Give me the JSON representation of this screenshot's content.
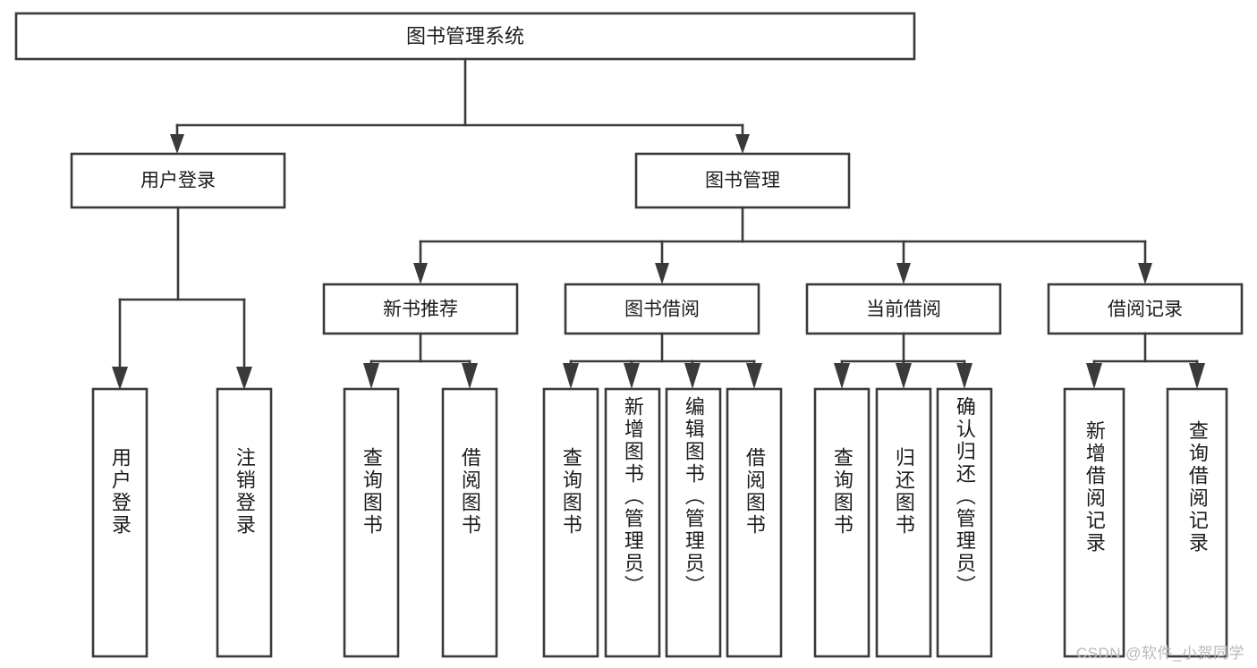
{
  "diagram": {
    "type": "tree-hierarchy",
    "title": "图书管理系统",
    "orientation": "top-down",
    "colors": {
      "stroke": "#3a3a3a",
      "fill": "#ffffff",
      "text": "#1c1c1c",
      "watermark": "#b9b9b9",
      "background": "#ffffff"
    },
    "root": {
      "label": "图书管理系统"
    },
    "level2": [
      {
        "id": "user-login",
        "label": "用户登录"
      },
      {
        "id": "book-manage",
        "label": "图书管理"
      }
    ],
    "level3": [
      {
        "id": "new-book-recommend",
        "label": "新书推荐"
      },
      {
        "id": "book-borrow",
        "label": "图书借阅"
      },
      {
        "id": "current-borrow",
        "label": "当前借阅"
      },
      {
        "id": "borrow-record",
        "label": "借阅记录"
      }
    ],
    "leaves": {
      "user_login": [
        {
          "id": "leaf-user-login",
          "label": "用户登录"
        },
        {
          "id": "leaf-logout-login",
          "label": "注销登录"
        }
      ],
      "new_book_recommend": [
        {
          "id": "leaf-query-book-1",
          "label": "查询图书"
        },
        {
          "id": "leaf-borrow-book-1",
          "label": "借阅图书"
        }
      ],
      "book_borrow": [
        {
          "id": "leaf-query-book-2",
          "label": "查询图书"
        },
        {
          "id": "leaf-add-book",
          "label": "新增图书（管理员）"
        },
        {
          "id": "leaf-edit-book",
          "label": "编辑图书（管理员）"
        },
        {
          "id": "leaf-borrow-book-2",
          "label": "借阅图书"
        }
      ],
      "current_borrow": [
        {
          "id": "leaf-query-book-3",
          "label": "查询图书"
        },
        {
          "id": "leaf-return-book",
          "label": "归还图书"
        },
        {
          "id": "leaf-confirm-return",
          "label": "确认归还（管理员）"
        }
      ],
      "borrow_record": [
        {
          "id": "leaf-add-borrow-record",
          "label": "新增借阅记录"
        },
        {
          "id": "leaf-query-borrow-record",
          "label": "查询借阅记录"
        }
      ]
    }
  },
  "watermark": {
    "text": "CSDN @软件_小贺同学"
  }
}
